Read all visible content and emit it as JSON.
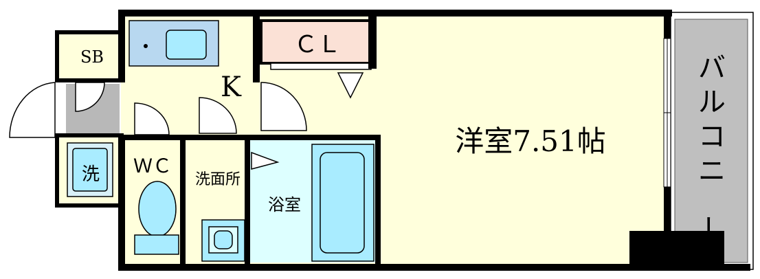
{
  "rooms": {
    "western_room": "洋室7.51帖",
    "kitchen": "K",
    "closet": "ＣＬ",
    "shoe_box": "SB",
    "washer": "洗",
    "toilet": "ＷＣ",
    "washroom": "洗面所",
    "bathroom": "浴室",
    "balcony": "バルコニー"
  },
  "colors": {
    "wall": "#000000",
    "floor": "#ffffdc",
    "water": "#ddffff",
    "fixture": "#a9ecff",
    "closet": "#fbe1d6",
    "balcony": "#bfbfbf",
    "entrance": "#b8b8b8",
    "kitchen_counter": "#b8d8f0"
  }
}
